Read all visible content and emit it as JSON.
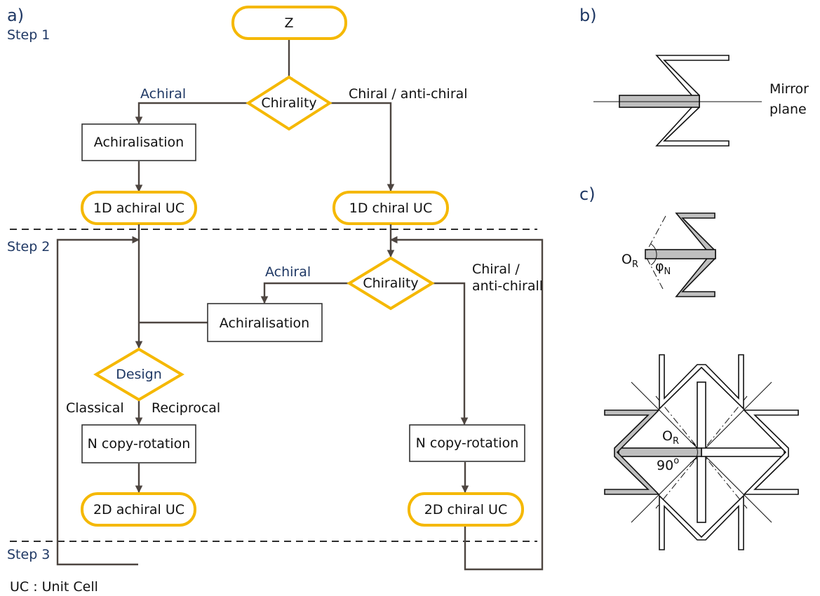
{
  "panels": {
    "a": "a)",
    "b": "b)",
    "c": "c)"
  },
  "steps": {
    "step1": "Step 1",
    "step2": "Step 2",
    "step3": "Step 3"
  },
  "step1": {
    "start": "Z",
    "decision": "Chirality",
    "branch_left": "Achiral",
    "branch_right": "Chiral / anti-chiral",
    "process": "Achiralisation",
    "out_achiral": "1D achiral UC",
    "out_chiral": "1D chiral UC"
  },
  "step2": {
    "decision": "Chirality",
    "branch_left": "Achiral",
    "branch_right_line1": "Chiral /",
    "branch_right_line2": "anti-chirall",
    "process": "Achiralisation",
    "design": "Design",
    "classical": "Classical",
    "reciprocal": "Reciprocal",
    "copy_left": "N copy-rotation",
    "copy_right": "N copy-rotation",
    "out_achiral": "2D achiral UC",
    "out_chiral": "2D chiral UC"
  },
  "footnote": "UC : Unit Cell",
  "panel_b": {
    "mirror_line1": "Mirror",
    "mirror_line2": "plane"
  },
  "panel_c": {
    "origin": "O",
    "origin_sub": "R",
    "phi": "φ",
    "phi_sub": "N",
    "origin2": "O",
    "origin2_sub": "R",
    "angle": "90",
    "angle_sup": "o"
  }
}
